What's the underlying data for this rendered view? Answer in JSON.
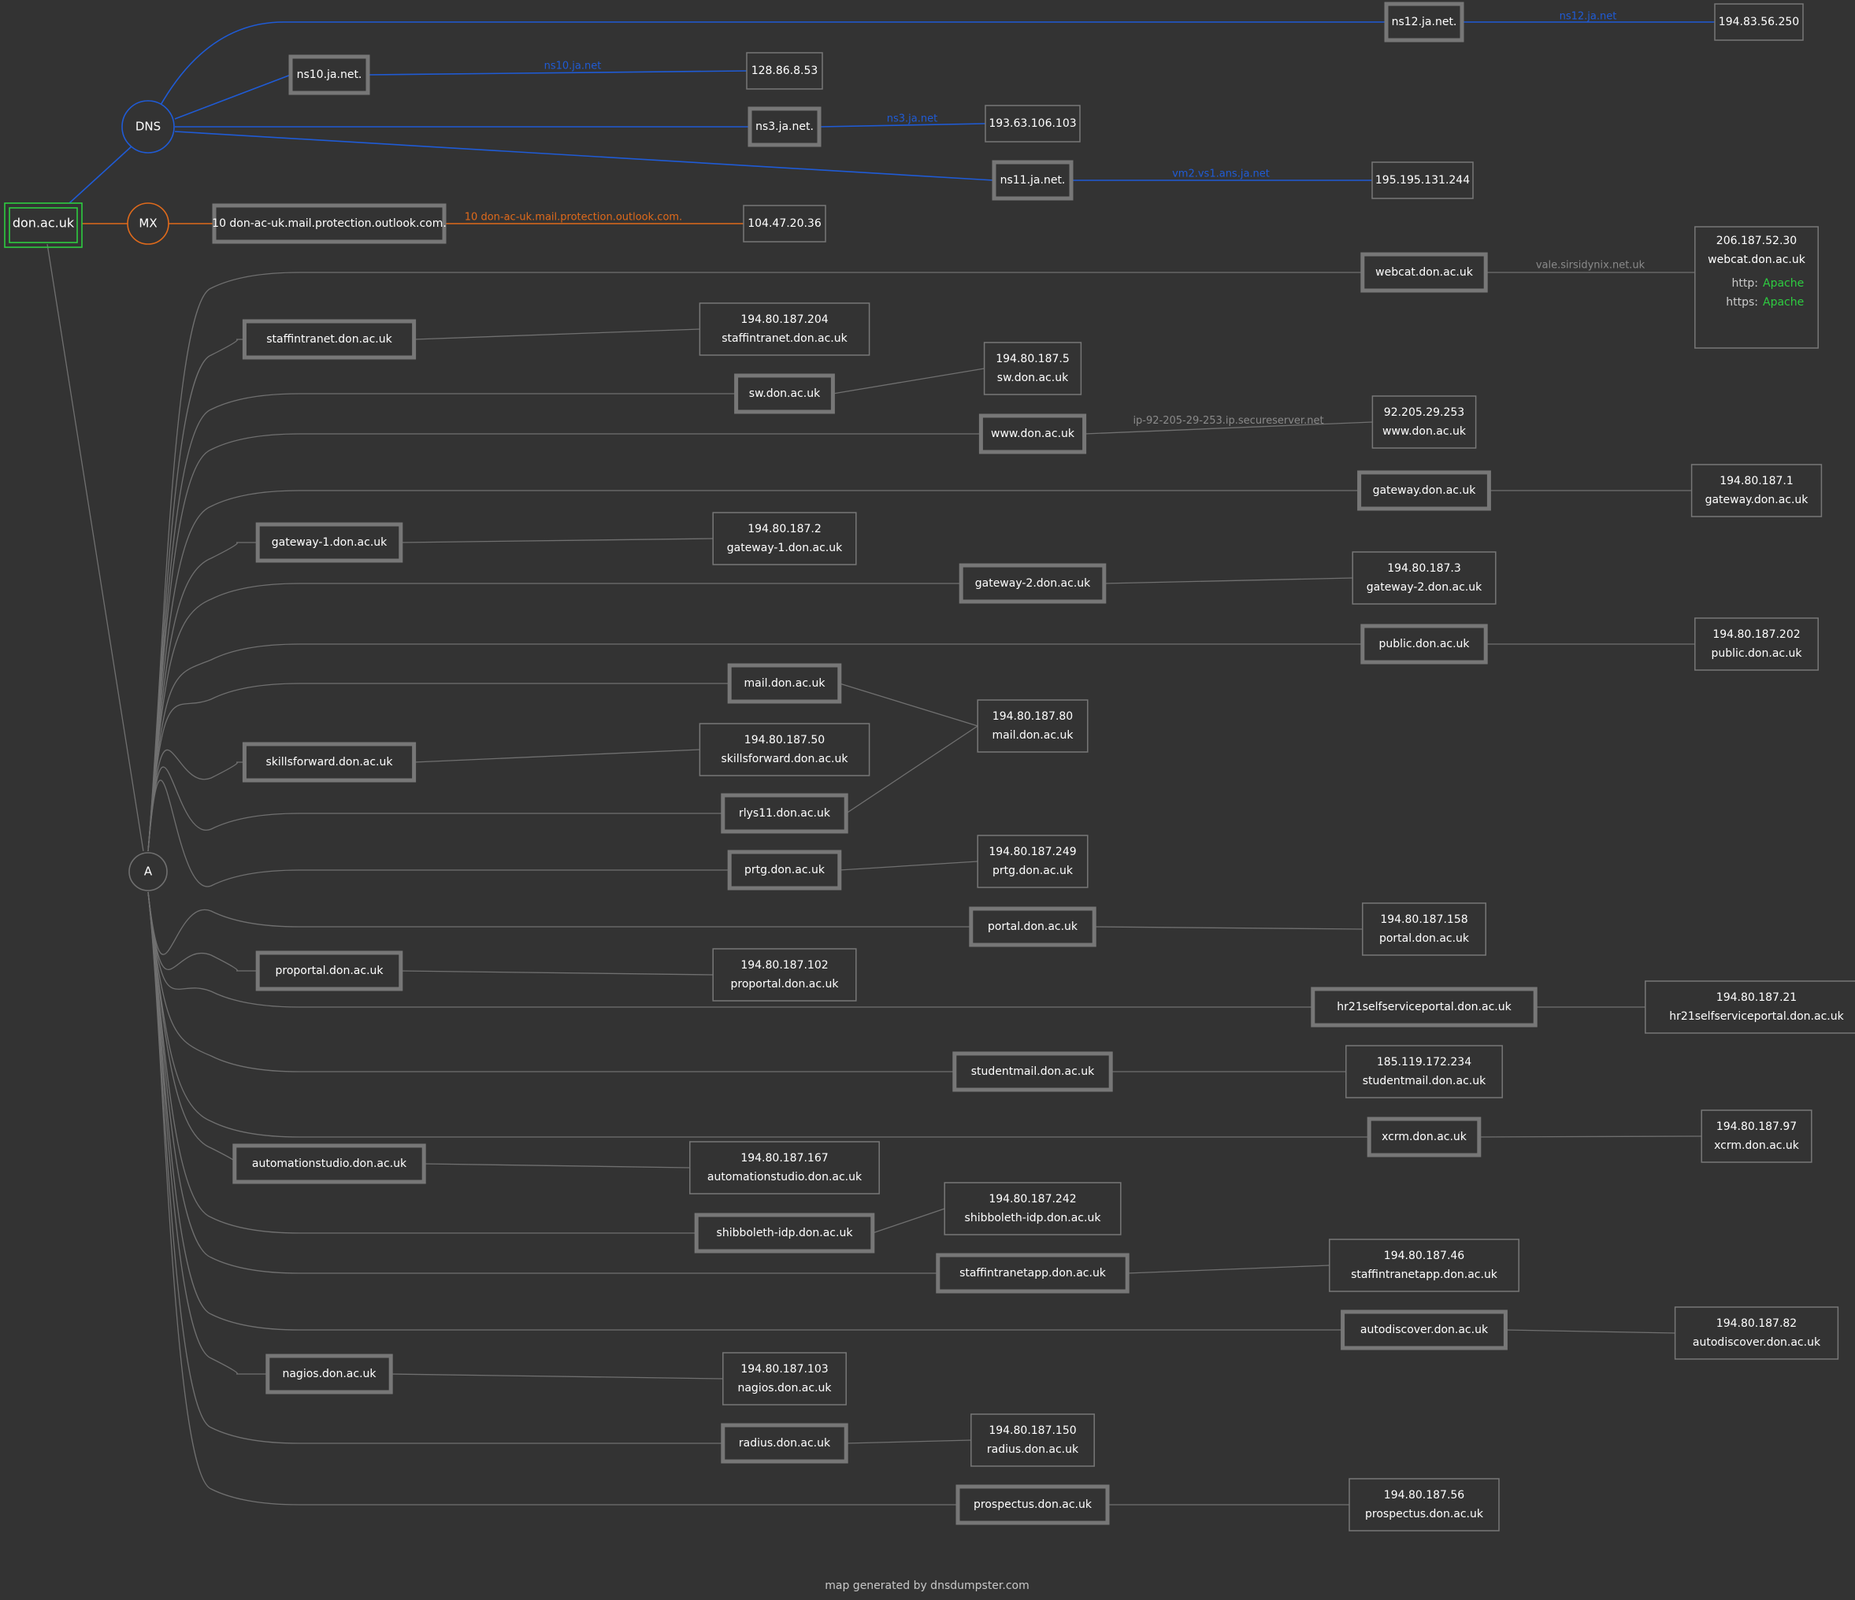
{
  "root": {
    "label": "don.ac.uk",
    "color": "#2ecc40"
  },
  "groups": {
    "dns": {
      "label": "DNS",
      "color": "#1f5bd6"
    },
    "mx": {
      "label": "MX",
      "color": "#e06a1b"
    },
    "a": {
      "label": "A"
    }
  },
  "dns_records": [
    {
      "host": "ns12.ja.net.",
      "link": "ns12.ja.net",
      "ip": "194.83.56.250"
    },
    {
      "host": "ns10.ja.net.",
      "link": "ns10.ja.net",
      "ip": "128.86.8.53"
    },
    {
      "host": "ns3.ja.net.",
      "link": "ns3.ja.net",
      "ip": "193.63.106.103"
    },
    {
      "host": "ns11.ja.net.",
      "link": "vm2.vs1.ans.ja.net",
      "ip": "195.195.131.244"
    }
  ],
  "mx_records": [
    {
      "host": "10 don-ac-uk.mail.protection.outlook.com.",
      "link": "10 don-ac-uk.mail.protection.outlook.com.",
      "ip": "104.47.20.36"
    }
  ],
  "a_records": [
    {
      "host": "webcat.don.ac.uk",
      "link": "vale.sirsidynix.net.uk",
      "ip": "206.187.52.30",
      "ptr": "webcat.don.ac.uk",
      "services": [
        {
          "proto": "http:",
          "server": "Apache"
        },
        {
          "proto": "https:",
          "server": "Apache"
        }
      ]
    },
    {
      "host": "staffintranet.don.ac.uk",
      "ip": "194.80.187.204",
      "ptr": "staffintranet.don.ac.uk"
    },
    {
      "host": "sw.don.ac.uk",
      "ip": "194.80.187.5",
      "ptr": "sw.don.ac.uk"
    },
    {
      "host": "www.don.ac.uk",
      "link": "ip-92-205-29-253.ip.secureserver.net",
      "ip": "92.205.29.253",
      "ptr": "www.don.ac.uk"
    },
    {
      "host": "gateway.don.ac.uk",
      "ip": "194.80.187.1",
      "ptr": "gateway.don.ac.uk"
    },
    {
      "host": "gateway-1.don.ac.uk",
      "ip": "194.80.187.2",
      "ptr": "gateway-1.don.ac.uk"
    },
    {
      "host": "gateway-2.don.ac.uk",
      "ip": "194.80.187.3",
      "ptr": "gateway-2.don.ac.uk"
    },
    {
      "host": "public.don.ac.uk",
      "ip": "194.80.187.202",
      "ptr": "public.don.ac.uk"
    },
    {
      "host": "mail.don.ac.uk",
      "ip": "194.80.187.80",
      "ptr": "mail.don.ac.uk"
    },
    {
      "host": "skillsforward.don.ac.uk",
      "ip": "194.80.187.50",
      "ptr": "skillsforward.don.ac.uk"
    },
    {
      "host": "rlys11.don.ac.uk",
      "ip": "194.80.187.80",
      "ptr": "mail.don.ac.uk"
    },
    {
      "host": "prtg.don.ac.uk",
      "ip": "194.80.187.249",
      "ptr": "prtg.don.ac.uk"
    },
    {
      "host": "portal.don.ac.uk",
      "ip": "194.80.187.158",
      "ptr": "portal.don.ac.uk"
    },
    {
      "host": "proportal.don.ac.uk",
      "ip": "194.80.187.102",
      "ptr": "proportal.don.ac.uk"
    },
    {
      "host": "hr21selfserviceportal.don.ac.uk",
      "ip": "194.80.187.21",
      "ptr": "hr21selfserviceportal.don.ac.uk"
    },
    {
      "host": "studentmail.don.ac.uk",
      "ip": "185.119.172.234",
      "ptr": "studentmail.don.ac.uk"
    },
    {
      "host": "xcrm.don.ac.uk",
      "ip": "194.80.187.97",
      "ptr": "xcrm.don.ac.uk"
    },
    {
      "host": "automationstudio.don.ac.uk",
      "ip": "194.80.187.167",
      "ptr": "automationstudio.don.ac.uk"
    },
    {
      "host": "shibboleth-idp.don.ac.uk",
      "ip": "194.80.187.242",
      "ptr": "shibboleth-idp.don.ac.uk"
    },
    {
      "host": "staffintranetapp.don.ac.uk",
      "ip": "194.80.187.46",
      "ptr": "staffintranetapp.don.ac.uk"
    },
    {
      "host": "autodiscover.don.ac.uk",
      "ip": "194.80.187.82",
      "ptr": "autodiscover.don.ac.uk"
    },
    {
      "host": "nagios.don.ac.uk",
      "ip": "194.80.187.103",
      "ptr": "nagios.don.ac.uk"
    },
    {
      "host": "radius.don.ac.uk",
      "ip": "194.80.187.150",
      "ptr": "radius.don.ac.uk"
    },
    {
      "host": "prospectus.don.ac.uk",
      "ip": "194.80.187.56",
      "ptr": "prospectus.don.ac.uk"
    }
  ],
  "footer": "map generated by dnsdumpster.com",
  "colors": {
    "background": "#333333",
    "node_border": "#777777",
    "line": "#707070",
    "text": "#ffffff",
    "service_ok": "#2ecc40",
    "link_label": "#8a8a8a"
  }
}
